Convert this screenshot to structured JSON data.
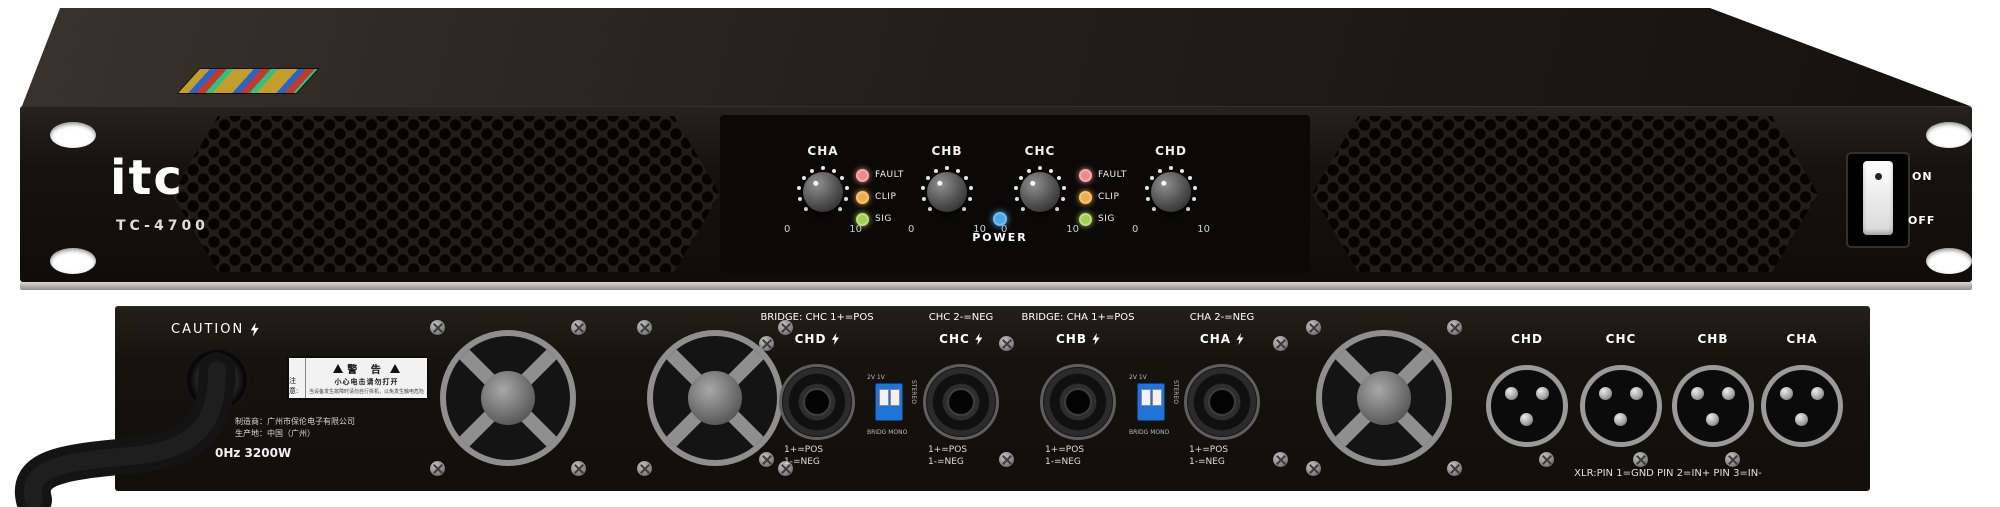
{
  "front": {
    "brand": "itc",
    "model": "TC-4700",
    "knobs": [
      {
        "label": "CHA",
        "min": "0",
        "max": "10"
      },
      {
        "label": "CHB",
        "min": "0",
        "max": "10"
      },
      {
        "label": "CHC",
        "min": "0",
        "max": "10"
      },
      {
        "label": "CHD",
        "min": "0",
        "max": "10"
      }
    ],
    "led_groups": [
      {
        "leds": [
          {
            "label": "FAULT",
            "color": "#ef8a8a"
          },
          {
            "label": "CLIP",
            "color": "#f0ad4a"
          },
          {
            "label": "SIG",
            "color": "#a6cf55"
          }
        ]
      },
      {
        "leds": [
          {
            "label": "FAULT",
            "color": "#ef8a8a"
          },
          {
            "label": "CLIP",
            "color": "#f0ad4a"
          },
          {
            "label": "SIG",
            "color": "#a6cf55"
          }
        ]
      }
    ],
    "power": {
      "label": "POWER",
      "led_color": "#4aa8e8"
    },
    "switch": {
      "on_label": "ON",
      "off_label": "OFF"
    }
  },
  "rear": {
    "caution_label": "CAUTION",
    "warning_sticker": {
      "title": "警 告",
      "subtitle": "小心电击请勿打开",
      "note_label": "注意:",
      "fine_print": "当设备发生故障时请勿自行拆机，以免发生触电危险"
    },
    "power_spec": "0Hz 3200W",
    "manufacturer_line1": "制造商：广州市保伦电子有限公司",
    "manufacturer_line2": "生产地：中国（广州）",
    "bridge_left_1": "BRIDGE: CHC 1+=POS",
    "bridge_left_2": "CHC 2-=NEG",
    "bridge_right_1": "BRIDGE: CHA 1+=POS",
    "bridge_right_2": "CHA 2-=NEG",
    "speakons": [
      {
        "channel": "CHD",
        "line1": "1+=POS",
        "line2": "1-=NEG"
      },
      {
        "channel": "CHC",
        "line1": "1+=POS",
        "line2": "1-=NEG"
      },
      {
        "channel": "CHB",
        "line1": "1+=POS",
        "line2": "1-=NEG"
      },
      {
        "channel": "CHA",
        "line1": "1+=POS",
        "line2": "1-=NEG"
      }
    ],
    "dip": {
      "v_label": "2V 1V",
      "stereo_label": "STEREO",
      "bridge_mono_label": "BRIDG MONO"
    },
    "xlrs": [
      {
        "channel": "CHD"
      },
      {
        "channel": "CHC"
      },
      {
        "channel": "CHB"
      },
      {
        "channel": "CHA"
      }
    ],
    "xlr_note": "XLR:PIN 1=GND PIN 2=IN+ PIN 3=IN-"
  }
}
